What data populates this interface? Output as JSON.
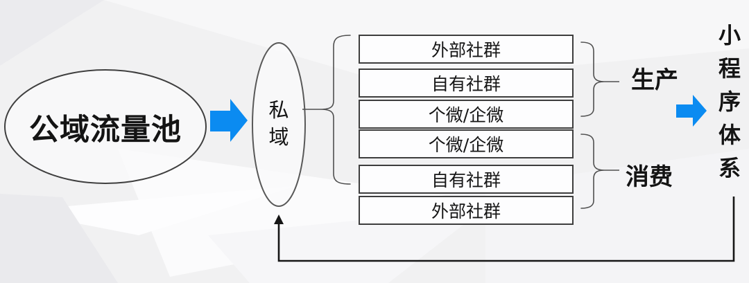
{
  "diagram": {
    "source": {
      "label": "公域流量池"
    },
    "private": {
      "label": "私域",
      "chars": [
        "私",
        "域"
      ]
    },
    "boxes": [
      {
        "label": "外部社群"
      },
      {
        "label": "自有社群"
      },
      {
        "label": "个微/企微"
      },
      {
        "label": "个微/企微"
      },
      {
        "label": "自有社群"
      },
      {
        "label": "外部社群"
      }
    ],
    "groups": [
      {
        "label": "生产"
      },
      {
        "label": "消费"
      }
    ],
    "target": {
      "label": "小程序体系",
      "chars": [
        "小",
        "程",
        "序",
        "体",
        "系"
      ]
    },
    "colors": {
      "arrow_blue": "#0b8bf1",
      "line_dark": "#3d3d3d",
      "brace_gray": "#4f4f4f",
      "text": "#141414",
      "background": "#f1f1f2"
    }
  }
}
